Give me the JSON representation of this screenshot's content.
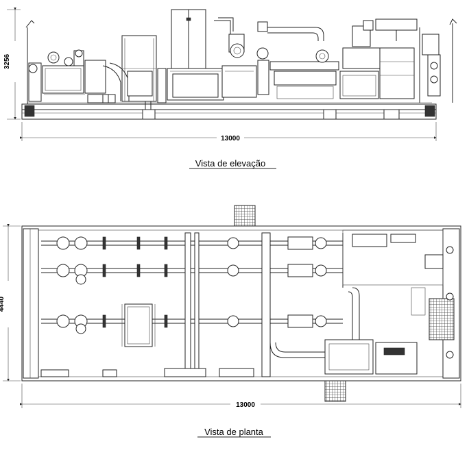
{
  "elevation": {
    "height_dim": "3256",
    "length_dim": "13000",
    "caption": "Vista de elevação"
  },
  "plan": {
    "width_dim": "4440",
    "length_dim": "13000",
    "caption": "Vista de planta"
  }
}
